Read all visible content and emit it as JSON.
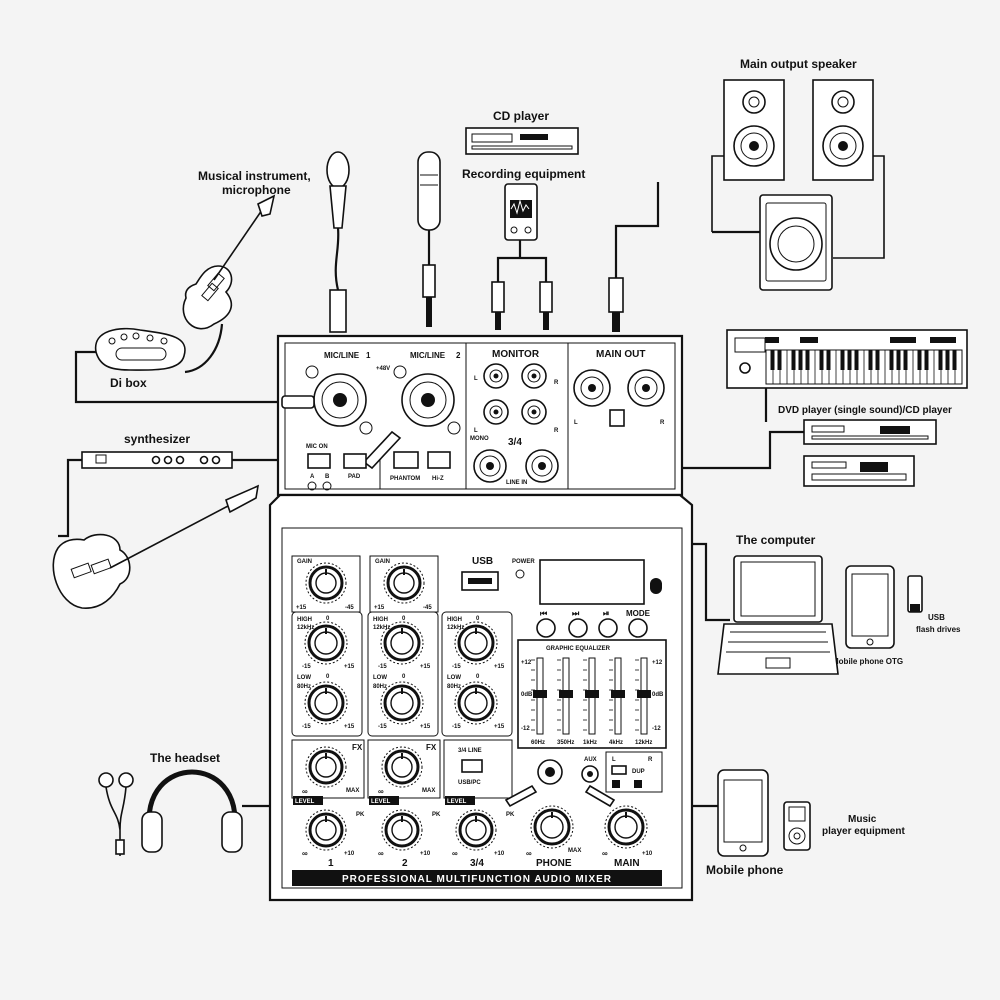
{
  "labels": {
    "main_output_speaker": "Main output speaker",
    "cd_player": "CD player",
    "recording_equipment": "Recording equipment",
    "musical_instrument_line1": "Musical instrument,",
    "musical_instrument_line2": "microphone",
    "di_box": "Di box",
    "synthesizer": "synthesizer",
    "dvd_player": "DVD player (single sound)/CD player",
    "the_computer": "The computer",
    "usb_flash_line1": "USB",
    "usb_flash_line2": "flash drives",
    "mobile_phone_otg": "Mobile phone OTG",
    "the_headset": "The headset",
    "music_player_line1": "Music",
    "music_player_line2": "player equipment",
    "mobile_phone": "Mobile phone"
  },
  "mixer": {
    "title": "PROFESSIONAL MULTIFUNCTION AUDIO MIXER",
    "mic_line": "MIC/LINE",
    "ch1_num": "1",
    "ch2_num": "2",
    "phantom_48v": "+48V",
    "monitor": "MONITOR",
    "main_out": "MAIN OUT",
    "l": "L",
    "r": "R",
    "mono": "MONO",
    "ch34": "3/4",
    "line_in": "LINE IN",
    "mic_on": "MIC ON",
    "a": "A",
    "b": "B",
    "pad": "PAD",
    "phantom": "PHANTOM",
    "hiz": "Hi-Z",
    "gain": "GAIN",
    "gain_min": "+15",
    "gain_max": "-45",
    "high": "HIGH",
    "high_freq": "12kHz",
    "low": "LOW",
    "low_freq": "80Hz",
    "eq_zero": "0",
    "eq_min": "-15",
    "eq_max": "+15",
    "fx": "FX",
    "level": "LEVEL",
    "inf": "∞",
    "max": "MAX",
    "plus10": "+10",
    "pk": "PK",
    "usb": "USB",
    "power": "POWER",
    "mode": "MODE",
    "graphic_equalizer": "GRAPHIC EQUALIZER",
    "geq_top": "+12",
    "geq_mid": "0dB",
    "geq_bot": "-12",
    "geq_freqs": [
      "60Hz",
      "350Hz",
      "1kHz",
      "4kHz",
      "12kHz"
    ],
    "line_34": "3/4 LINE",
    "usb_pc": "USB/PC",
    "aux": "AUX",
    "dup": "DUP",
    "phone": "PHONE",
    "main": "MAIN",
    "ch_label_1": "1",
    "ch_label_2": "2",
    "ch_label_34": "3/4"
  }
}
